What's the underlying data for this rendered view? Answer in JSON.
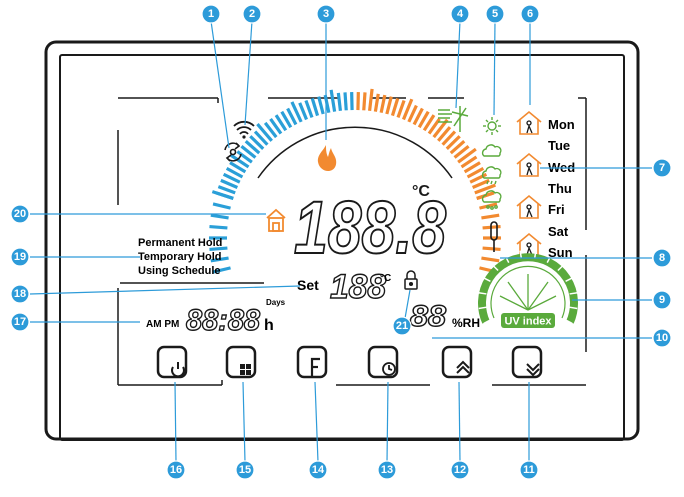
{
  "panel": {
    "hold_labels": [
      "Permanent Hold",
      "Temporary Hold",
      "Using Schedule"
    ],
    "days": [
      "Mon",
      "Tue",
      "Wed",
      "Thu",
      "Fri",
      "Sat",
      "Sun"
    ],
    "main_display": "188.8",
    "temp_unit": "°C",
    "set_label": "Set",
    "set_display": "188",
    "set_unit": "°C",
    "time_display": "88:88",
    "time_unit": "h",
    "days_label": "Days",
    "ampm": "AM PM",
    "humidity_display": "88",
    "humidity_unit": "%RH",
    "uv_label": "UV index"
  },
  "callouts": [
    "1",
    "2",
    "3",
    "4",
    "5",
    "6",
    "7",
    "8",
    "9",
    "10",
    "11",
    "12",
    "13",
    "14",
    "15",
    "16",
    "17",
    "18",
    "19",
    "20",
    "21"
  ],
  "buttons": [
    {
      "name": "power",
      "glyph": "power-icon"
    },
    {
      "name": "menu",
      "glyph": "grid-icon"
    },
    {
      "name": "fan",
      "glyph": "letter-f-icon"
    },
    {
      "name": "clock",
      "glyph": "clock-icon"
    },
    {
      "name": "up",
      "glyph": "chevron-up-icon"
    },
    {
      "name": "down",
      "glyph": "chevron-down-icon"
    }
  ],
  "colors": {
    "callout": "#2d9bd9",
    "cold": "#2a9fd8",
    "hot": "#f28a30",
    "green": "#5aaa3c",
    "frame": "#1a1a1a"
  }
}
